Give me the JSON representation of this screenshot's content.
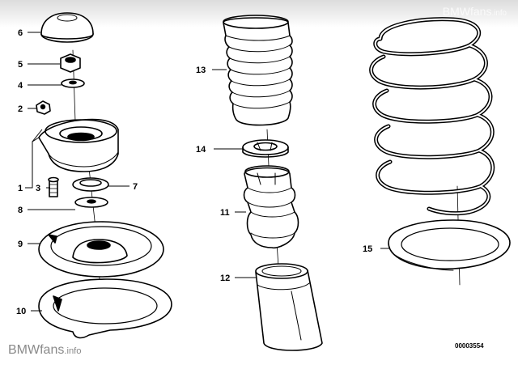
{
  "diagram": {
    "callouts": [
      {
        "id": "part-1",
        "label": "1"
      },
      {
        "id": "part-2",
        "label": "2"
      },
      {
        "id": "part-3",
        "label": "3"
      },
      {
        "id": "part-4",
        "label": "4"
      },
      {
        "id": "part-5",
        "label": "5"
      },
      {
        "id": "part-6",
        "label": "6"
      },
      {
        "id": "part-7",
        "label": "7"
      },
      {
        "id": "part-8",
        "label": "8"
      },
      {
        "id": "part-9",
        "label": "9"
      },
      {
        "id": "part-10",
        "label": "10"
      },
      {
        "id": "part-11",
        "label": "11"
      },
      {
        "id": "part-12",
        "label": "12"
      },
      {
        "id": "part-13",
        "label": "13"
      },
      {
        "id": "part-14",
        "label": "14"
      },
      {
        "id": "part-15",
        "label": "15"
      }
    ],
    "diagram_number": "00003554"
  },
  "watermarks": {
    "top": {
      "main": "BMWfans",
      "suffix": ".info"
    },
    "bottom": {
      "main": "BMWfans",
      "suffix": ".info"
    }
  },
  "colors": {
    "background": "#ffffff",
    "ink": "#000000",
    "watermark": "#8a8a8a"
  }
}
